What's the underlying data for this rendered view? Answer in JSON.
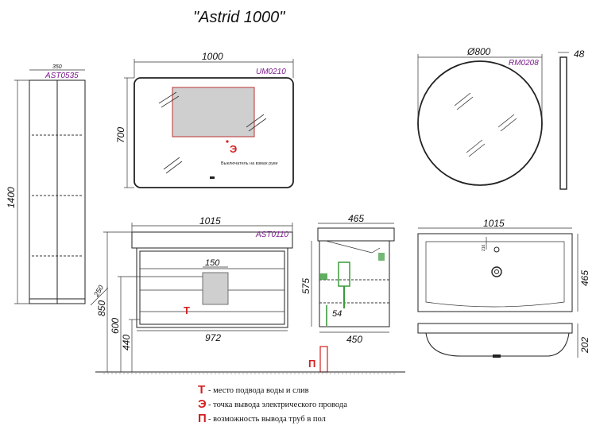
{
  "title": "\"Astrid 1000\"",
  "cabinet": {
    "code": "AST0535",
    "width": "350",
    "height": "1400"
  },
  "mirror": {
    "code": "UM0210",
    "width": "1000",
    "height": "700",
    "switch_text": "Выключатель на взмах руки",
    "electric_mark": "Э"
  },
  "round_mirror": {
    "code": "RM0208",
    "diameter": "Ø800",
    "depth": "48"
  },
  "vanity": {
    "code": "AST0110",
    "width_total": "1015",
    "width_inner": "972",
    "shelf_width": "150",
    "wall_offset": "250",
    "height_top": "850",
    "height_mid": "600",
    "height_bottom": "440",
    "water_mark": "Т"
  },
  "side_view": {
    "depth_top": "465",
    "height": "575",
    "depth_bottom": "450",
    "pipe_gap": "54",
    "floor_mark": "П"
  },
  "basin": {
    "width": "1015",
    "depth": "465",
    "height": "202",
    "tap_offset": "216"
  },
  "legend": [
    {
      "mark": "Т",
      "text": "- место подвода воды и слив"
    },
    {
      "mark": "Э",
      "text": "- точка вывода электрического провода"
    },
    {
      "mark": "П",
      "text": "- возможность вывода труб в пол"
    }
  ],
  "colors": {
    "accent_red": "#d32020",
    "code_purple": "#7a1a8c",
    "shade": "#cfcfcf",
    "pipe_green": "#3a9a3a"
  }
}
